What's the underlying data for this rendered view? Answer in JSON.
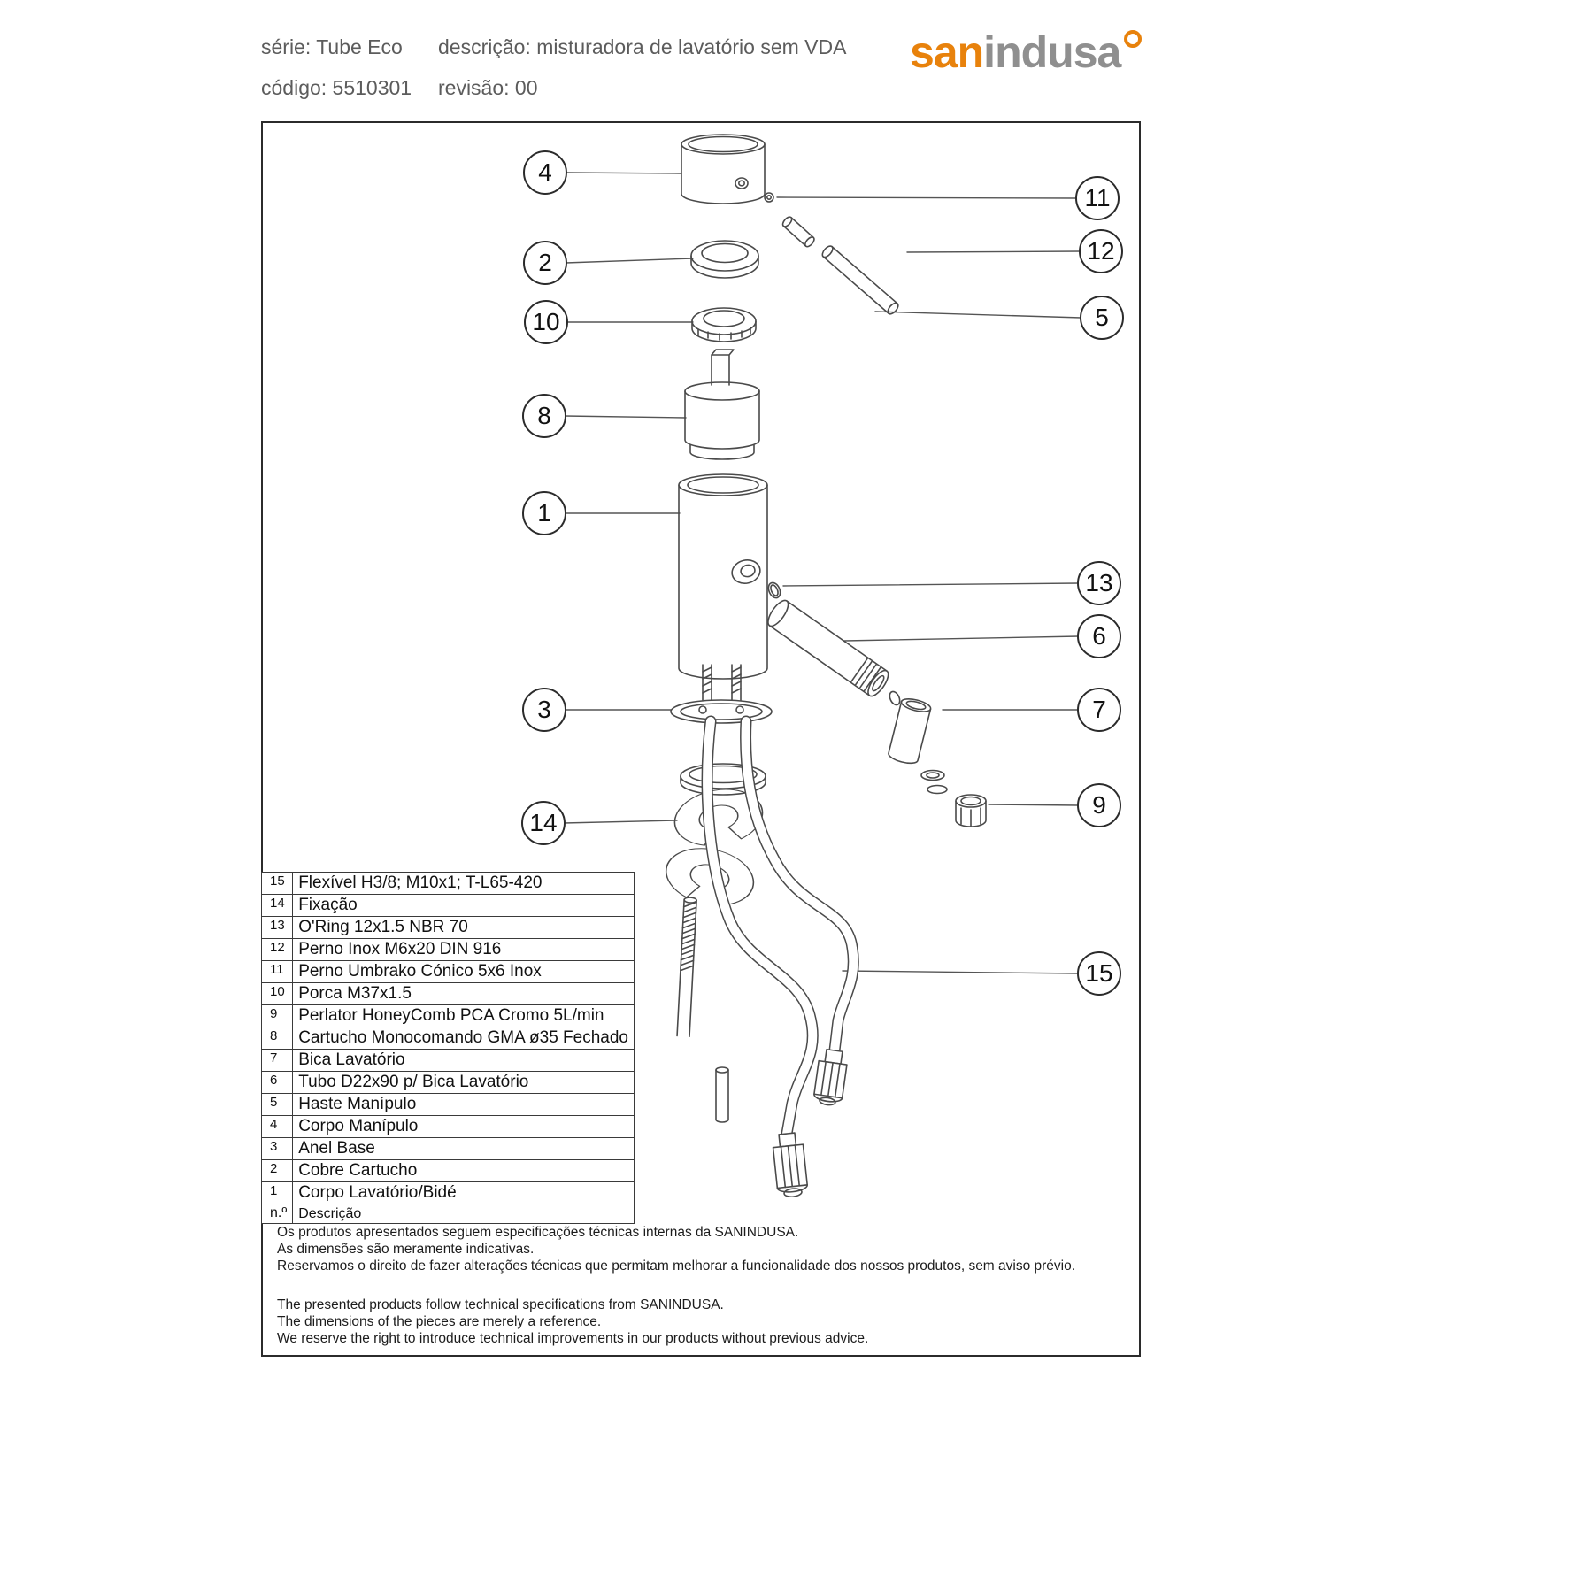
{
  "header": {
    "serie": "série: Tube Eco",
    "descricao": "descrição: misturadora de lavatório sem VDA",
    "codigo": "código: 5510301",
    "revisao": "revisão: 00",
    "logo": {
      "part1": "san",
      "part2": "indusa"
    }
  },
  "callouts": [
    "4",
    "2",
    "10",
    "8",
    "1",
    "3",
    "14",
    "11",
    "12",
    "5",
    "13",
    "6",
    "7",
    "9",
    "15"
  ],
  "parts_table": {
    "header": {
      "num": "n.º",
      "desc": "Descrição"
    },
    "rows": [
      {
        "num": "15",
        "desc": "Flexível H3/8; M10x1; T-L65-420"
      },
      {
        "num": "14",
        "desc": "Fixação"
      },
      {
        "num": "13",
        "desc": "O'Ring 12x1.5 NBR 70"
      },
      {
        "num": "12",
        "desc": "Perno Inox M6x20 DIN 916"
      },
      {
        "num": "11",
        "desc": "Perno Umbrako Cónico 5x6 Inox"
      },
      {
        "num": "10",
        "desc": "Porca M37x1.5"
      },
      {
        "num": "9",
        "desc": "Perlator HoneyComb PCA Cromo 5L/min"
      },
      {
        "num": "8",
        "desc": "Cartucho Monocomando GMA ø35 Fechado"
      },
      {
        "num": "7",
        "desc": "Bica Lavatório"
      },
      {
        "num": "6",
        "desc": "Tubo D22x90 p/ Bica Lavatório"
      },
      {
        "num": "5",
        "desc": "Haste Manípulo"
      },
      {
        "num": "4",
        "desc": "Corpo Manípulo"
      },
      {
        "num": "3",
        "desc": "Anel Base"
      },
      {
        "num": "2",
        "desc": "Cobre Cartucho"
      },
      {
        "num": "1",
        "desc": "Corpo Lavatório/Bidé"
      }
    ]
  },
  "footer_notes": {
    "pt": [
      "Os produtos apresentados seguem especificações técnicas internas da SANINDUSA.",
      "As dimensões são meramente indicativas.",
      "Reservamos o direito de fazer alterações técnicas que permitam melhorar a funcionalidade dos nossos produtos, sem aviso prévio."
    ],
    "en": [
      "The presented products follow technical specifications from SANINDUSA.",
      "The dimensions of the pieces are merely a reference.",
      "We reserve the right to introduce technical improvements in our products without previous advice."
    ]
  },
  "colors": {
    "accent": "#E8820C",
    "logo_gray": "#8f8f8f",
    "line": "#4a4a4a"
  }
}
